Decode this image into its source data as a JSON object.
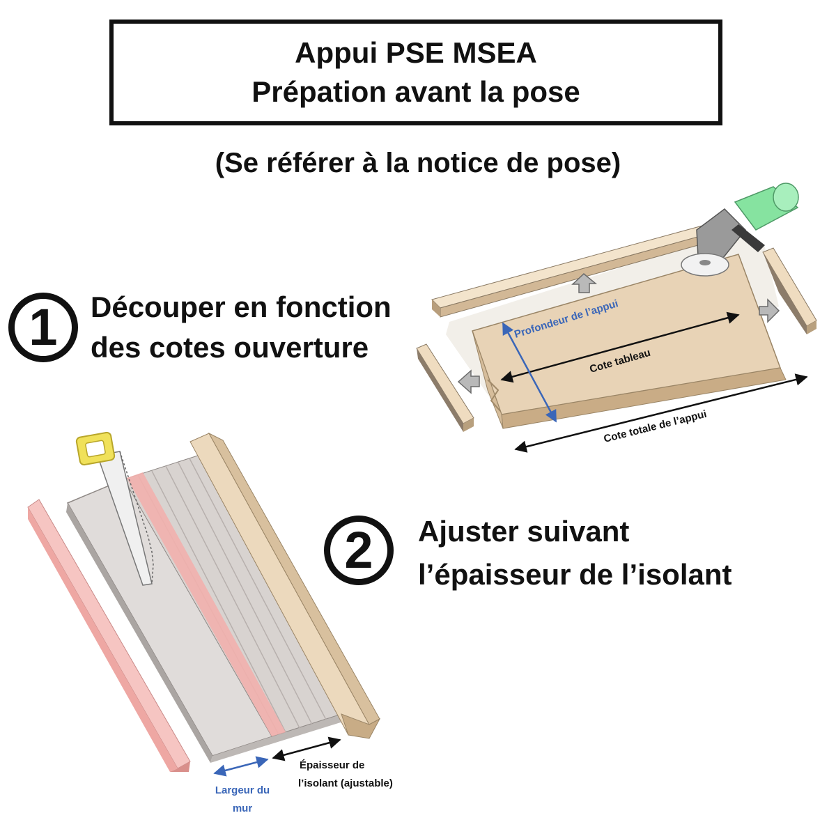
{
  "header": {
    "title_line1": "Appui PSE MSEA",
    "title_line2": "Prépation avant la pose",
    "subtitle": "(Se référer à la notice de pose)"
  },
  "step1": {
    "number": "1",
    "line1": "Découper en fonction",
    "line2": "des cotes ouverture",
    "labels": {
      "profondeur": "Profondeur de l’appui",
      "cote_tableau": "Cote tableau",
      "cote_totale": "Cote totale de l’appui"
    }
  },
  "step2": {
    "number": "2",
    "line1": "Ajuster suivant",
    "line2": "l’épaisseur de l’isolant",
    "labels": {
      "epaisseur_line1": "Épaisseur de",
      "epaisseur_line2": "l’isolant (ajustable)",
      "largeur_line1": "Largeur du",
      "largeur_line2": "mur"
    }
  },
  "colors": {
    "sill_beige": "#e8d3b6",
    "sill_pink": "#f2b0ad",
    "grinder_green": "#86e3a0",
    "saw_yellow": "#f0e15a",
    "label_blue": "#3a66b8"
  }
}
